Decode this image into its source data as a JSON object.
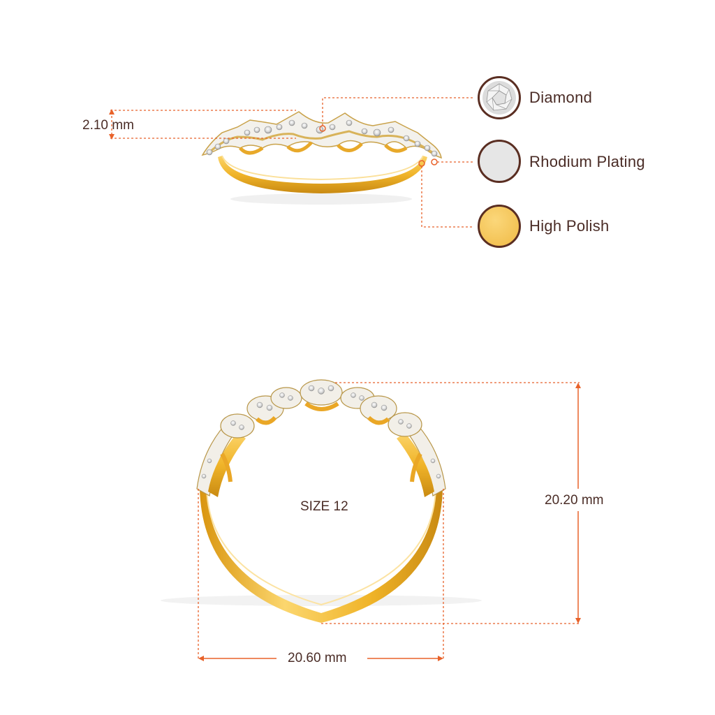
{
  "legend": {
    "items": [
      {
        "label": "Diamond",
        "icon": "diamond-swatch-icon",
        "color": "#e8e8e8"
      },
      {
        "label": "Rhodium Plating",
        "icon": "rhodium-swatch-icon",
        "color": "#e6e6e6"
      },
      {
        "label": "High Polish",
        "icon": "high-polish-swatch-icon",
        "color": "#f7c95a"
      }
    ]
  },
  "dimensions": {
    "band_height": "2.10 mm",
    "ring_height": "20.20 mm",
    "ring_width": "20.60 mm",
    "size": "SIZE 12"
  },
  "colors": {
    "dimension_line": "#e8622a",
    "gold": "#f0b429",
    "gold_dark": "#c98a12",
    "text": "#4a2c26",
    "swatch_border": "#5a2e22"
  }
}
